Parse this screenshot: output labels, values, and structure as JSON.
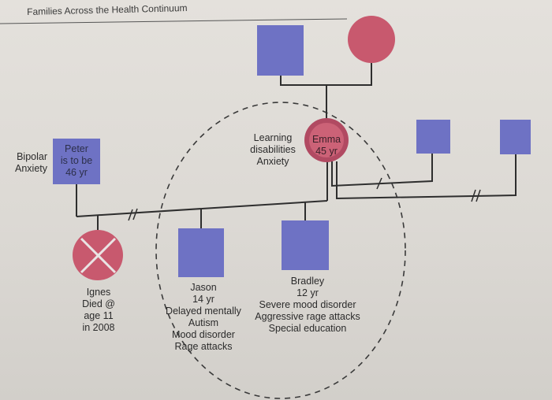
{
  "header": {
    "title": "Families Across the Health Continuum"
  },
  "colors": {
    "male": "#6e72c4",
    "female": "#c8596e",
    "deceased": "#c8596e",
    "line": "#2e2e2e",
    "circle_dash": "#3a3a3a"
  },
  "people": {
    "peter": {
      "lines": [
        "Peter",
        "is to be",
        "46 yr"
      ],
      "conditions": [
        "Bipolar",
        "Anxiety"
      ]
    },
    "emma": {
      "lines": [
        "Emma",
        "45 yr"
      ],
      "conditions": [
        "Learning",
        "disabilities",
        "Anxiety"
      ]
    },
    "ignes": {
      "lines": [
        "Ignes",
        "Died @",
        "age 11",
        "in 2008"
      ]
    },
    "jason": {
      "lines": [
        "Jason",
        "14 yr",
        "Delayed mentally",
        "Autism",
        "Mood disorder",
        "Rage attacks"
      ]
    },
    "bradley": {
      "lines": [
        "Bradley",
        "12 yr",
        "Severe mood disorder",
        "Aggressive rage attacks",
        "Special education"
      ]
    }
  }
}
